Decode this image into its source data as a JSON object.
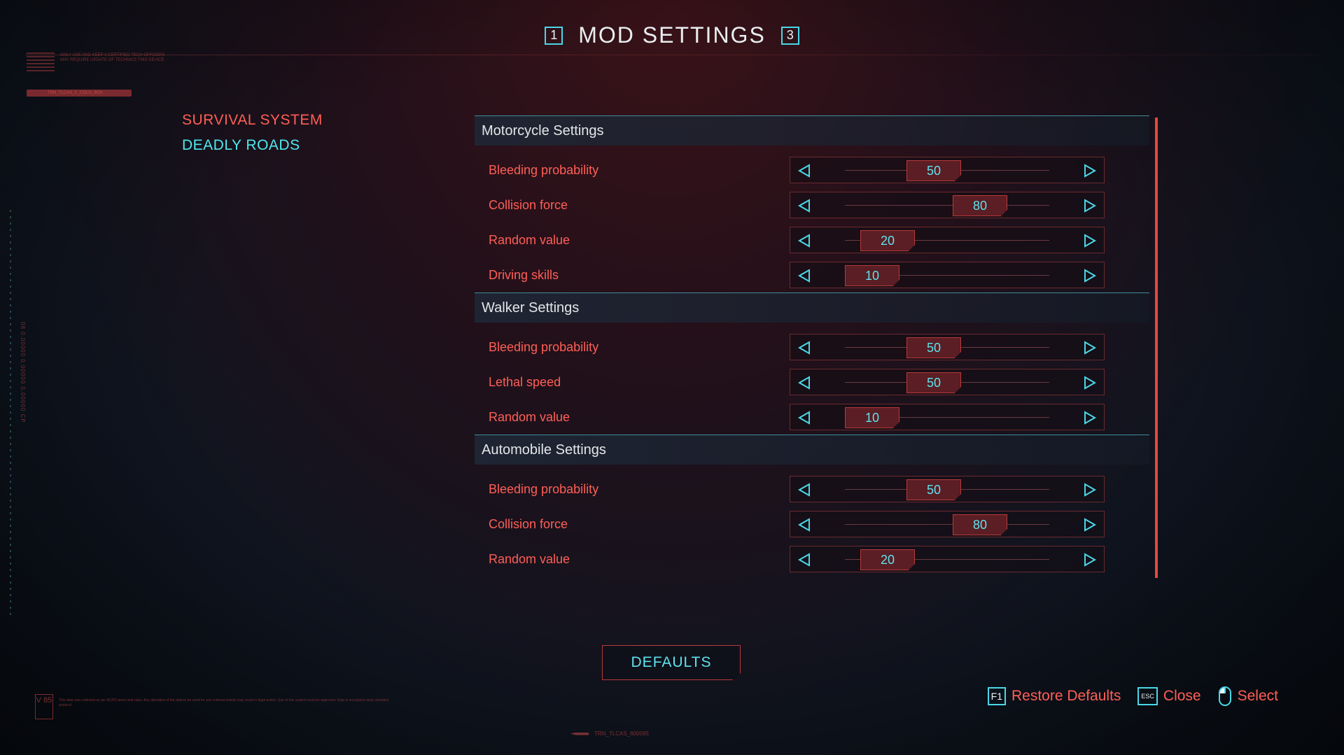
{
  "header": {
    "title": "MOD SETTINGS",
    "prev_key": "1",
    "next_key": "3"
  },
  "decor": {
    "top_left_text": "ONLY USE AND KEEP A CERTIFIED TECH OFFICERS MAY REQUIRE UPDATE OF TECHNICS THIS DEVICE",
    "top_left_bar": "TRN_TLCAS_C_COLO_BOX",
    "side_code": "08 0.00000 0.00000 0.00000 CP",
    "version_badge": "V 85",
    "bottom_code": "TRN_TLCAS_800095",
    "fine_print": "This data was collected as per NCPD terms and rules. Any alteration of the data to be used for any criminal activity may result in legal action. Use of this system must be approved. Data is encrypted using standard protocol."
  },
  "nav": {
    "items": [
      {
        "label": "SURVIVAL SYSTEM",
        "active": false
      },
      {
        "label": "DEADLY ROADS",
        "active": true
      }
    ]
  },
  "sections": [
    {
      "title": "Motorcycle Settings",
      "rows": [
        {
          "label": "Bleeding probability",
          "value": "50",
          "percent": 50
        },
        {
          "label": "Collision force",
          "value": "80",
          "percent": 80
        },
        {
          "label": "Random value",
          "value": "20",
          "percent": 20
        },
        {
          "label": "Driving skills",
          "value": "10",
          "percent": 10
        }
      ]
    },
    {
      "title": "Walker Settings",
      "rows": [
        {
          "label": "Bleeding probability",
          "value": "50",
          "percent": 50
        },
        {
          "label": "Lethal speed",
          "value": "50",
          "percent": 50
        },
        {
          "label": "Random value",
          "value": "10",
          "percent": 10
        }
      ]
    },
    {
      "title": "Automobile Settings",
      "rows": [
        {
          "label": "Bleeding probability",
          "value": "50",
          "percent": 50
        },
        {
          "label": "Collision force",
          "value": "80",
          "percent": 80
        },
        {
          "label": "Random value",
          "value": "20",
          "percent": 20
        }
      ]
    }
  ],
  "defaults_button": "DEFAULTS",
  "hints": {
    "restore": {
      "key": "F1",
      "label": "Restore Defaults"
    },
    "close": {
      "key": "ESC",
      "label": "Close"
    },
    "select": {
      "label": "Select"
    }
  },
  "colors": {
    "accent_red": "#ff5f56",
    "accent_cyan": "#4ee8f0",
    "scrollbar": "#e8463f"
  },
  "icons": {
    "left_arrow": "triangle-left-icon",
    "right_arrow": "triangle-right-icon",
    "mouse": "mouse-icon"
  }
}
